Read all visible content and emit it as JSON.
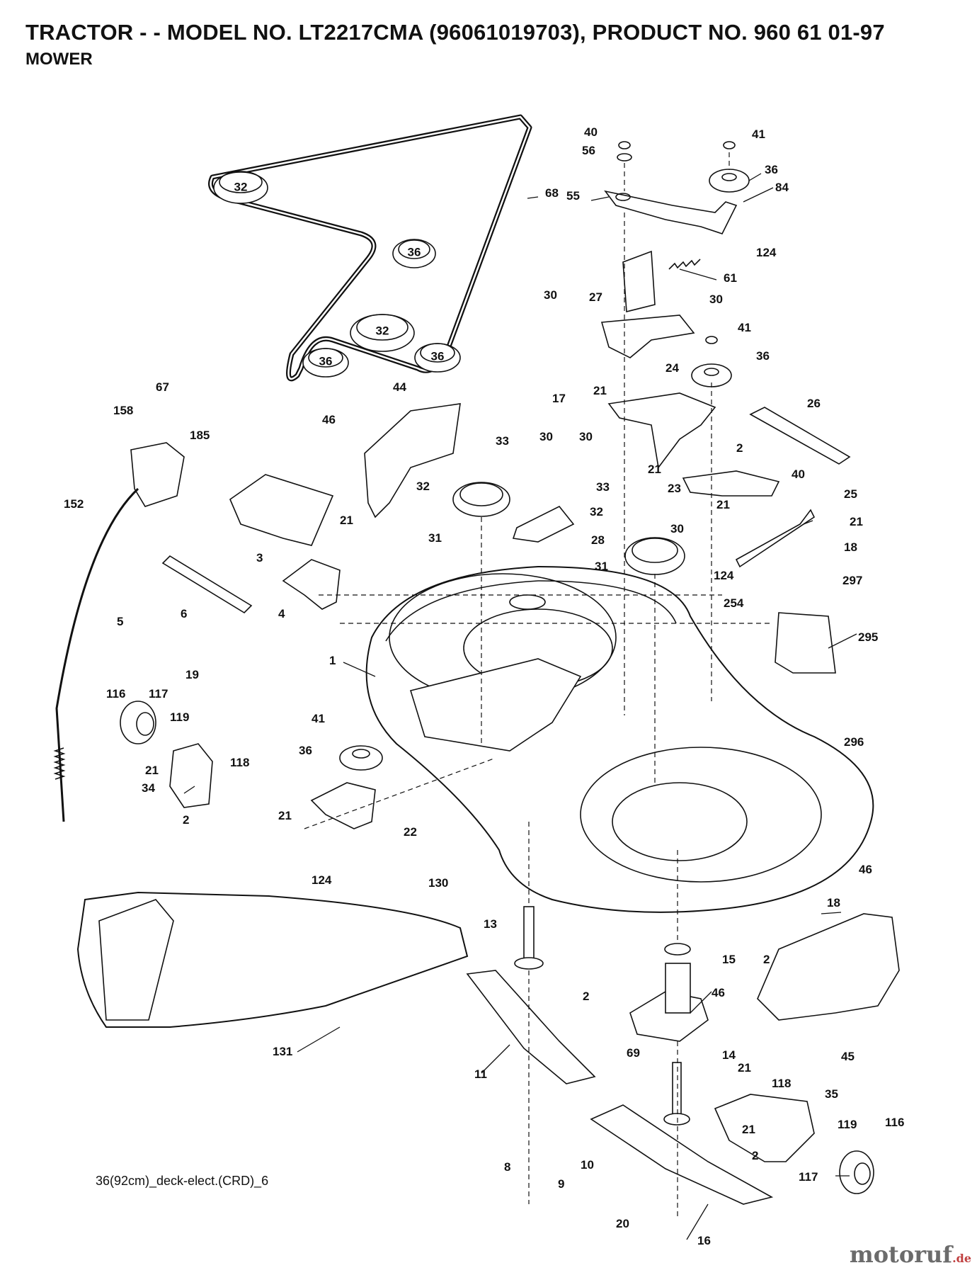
{
  "header": {
    "title": "TRACTOR - - MODEL NO. LT2217CMA (96061019703), PRODUCT NO. 960 61 01-97",
    "subtitle": "MOWER"
  },
  "footer": {
    "drawing_code": "36(92cm)_deck-elect.(CRD)_6"
  },
  "watermark": {
    "brand": "motoruf",
    "suffix": ".de"
  },
  "belt_pulley_labels": [
    "32",
    "36",
    "32",
    "36",
    "36"
  ],
  "callouts": [
    "40",
    "41",
    "56",
    "36",
    "84",
    "68",
    "55",
    "124",
    "61",
    "30",
    "30",
    "27",
    "41",
    "36",
    "24",
    "26",
    "21",
    "17",
    "44",
    "46",
    "67",
    "158",
    "185",
    "30",
    "30",
    "33",
    "2",
    "40",
    "21",
    "32",
    "23",
    "33",
    "21",
    "25",
    "21",
    "28",
    "152",
    "3",
    "21",
    "30",
    "32",
    "31",
    "18",
    "124",
    "297",
    "5",
    "6",
    "4",
    "31",
    "254",
    "295",
    "1",
    "19",
    "116",
    "117",
    "119",
    "41",
    "296",
    "36",
    "21",
    "118",
    "34",
    "2",
    "21",
    "22",
    "124",
    "130",
    "46",
    "18",
    "13",
    "15",
    "2",
    "2",
    "46",
    "131",
    "14",
    "45",
    "11",
    "69",
    "21",
    "118",
    "35",
    "21",
    "119",
    "116",
    "2",
    "117",
    "10",
    "8",
    "9",
    "20",
    "16"
  ],
  "colors": {
    "line": "#111111",
    "background": "#ffffff",
    "watermark": "#6b6b6b",
    "watermark_suffix": "#c04040"
  }
}
